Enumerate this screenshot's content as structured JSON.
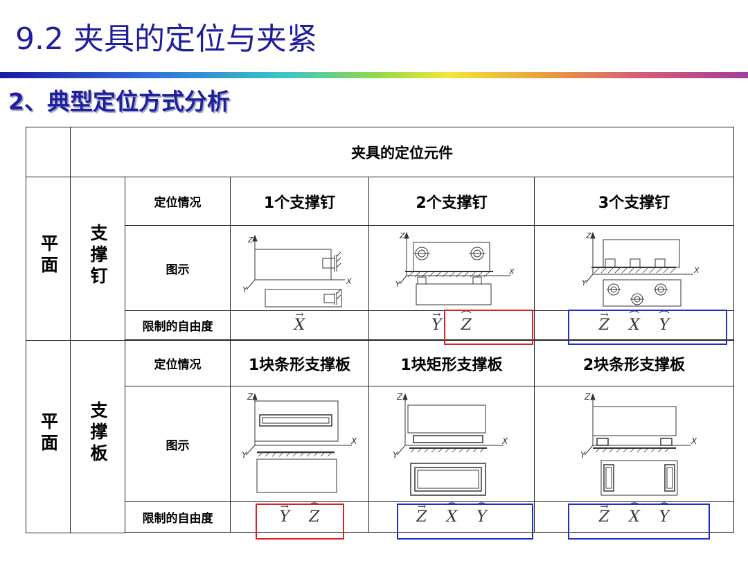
{
  "page": {
    "title": "9.2 夹具的定位与夹紧",
    "subtitle": "2、典型定位方式分析"
  },
  "table": {
    "header": "夹具的定位元件",
    "section1": {
      "category": "平面",
      "element": "支撑钉",
      "situation_label": "定位情况",
      "figure_label": "图示",
      "dof_label": "限制的自由度",
      "columns": [
        "1个支撑钉",
        "2个支撑钉",
        "3个支撑钉"
      ],
      "dof": [
        [
          {
            "axis": "X",
            "kind": "move"
          }
        ],
        [
          {
            "axis": "Y",
            "kind": "move"
          },
          {
            "axis": "Z",
            "kind": "rotate"
          }
        ],
        [
          {
            "axis": "Z",
            "kind": "move"
          },
          {
            "axis": "X",
            "kind": "rotate"
          },
          {
            "axis": "Y",
            "kind": "rotate"
          }
        ]
      ]
    },
    "section2": {
      "category": "平面",
      "element": "支撑板",
      "situation_label": "定位情况",
      "figure_label": "图示",
      "dof_label": "限制的自由度",
      "columns": [
        "1块条形支撑板",
        "1块矩形支撑板",
        "2块条形支撑板"
      ],
      "dof": [
        [
          {
            "axis": "Y",
            "kind": "move"
          },
          {
            "axis": "Z",
            "kind": "rotate"
          }
        ],
        [
          {
            "axis": "Z",
            "kind": "move"
          },
          {
            "axis": "X",
            "kind": "rotate"
          },
          {
            "axis": "Y",
            "kind": "rotate"
          }
        ],
        [
          {
            "axis": "Z",
            "kind": "move"
          },
          {
            "axis": "X",
            "kind": "rotate"
          },
          {
            "axis": "Y",
            "kind": "rotate"
          }
        ]
      ]
    },
    "axis_labels": {
      "x": "X",
      "y": "Y",
      "z": "Z"
    },
    "colors": {
      "red_box": "#e02020",
      "blue_box": "#1a2fd0"
    }
  }
}
